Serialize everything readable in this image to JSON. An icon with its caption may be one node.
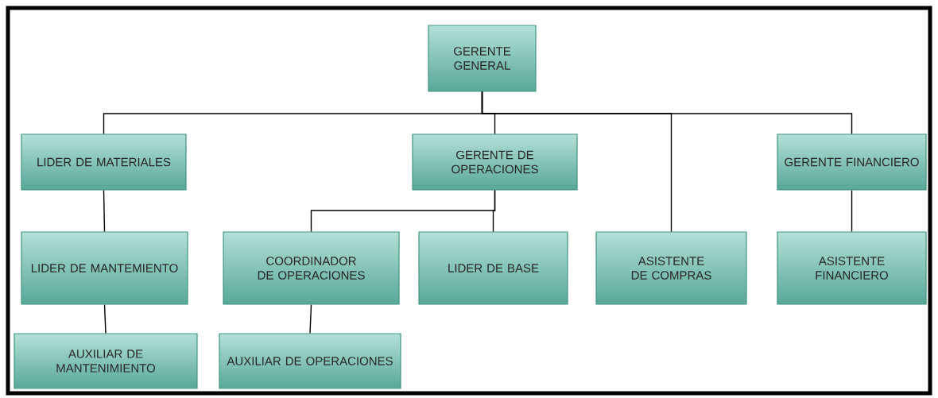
{
  "diagram": {
    "nodes": [
      {
        "text": [
          "GERENTE GENERAL"
        ]
      },
      {
        "text": [
          "LIDER DE MATERIALES"
        ]
      },
      {
        "text": [
          "GERENTE DE OPERACIONES"
        ]
      },
      {
        "text": [
          "GERENTE FINANCIERO"
        ]
      },
      {
        "text": [
          "LIDER DE MANTEMIENTO"
        ]
      },
      {
        "text": [
          "COORDINADOR DE OPERACIONES"
        ]
      },
      {
        "text": [
          "LIDER DE BASE"
        ]
      },
      {
        "text": [
          "ASISTENTE DE COMPRAS"
        ]
      },
      {
        "text": [
          "ASISTENTE FINANCIERO"
        ]
      },
      {
        "text": [
          "AUXILIAR DE MANTENIMIENTO"
        ]
      },
      {
        "text": [
          "AUXILIAR DE OPERACIONES"
        ]
      }
    ],
    "edges": [
      {
        "from": 0,
        "to": 1,
        "arrow": "none"
      },
      {
        "from": 0,
        "to": 2,
        "arrow": "none"
      },
      {
        "from": 0,
        "to": 7,
        "arrow": "none"
      },
      {
        "from": 0,
        "to": 3,
        "arrow": "none"
      },
      {
        "from": 1,
        "to": 4,
        "arrow": "none"
      },
      {
        "from": 4,
        "to": 9,
        "arrow": "none"
      },
      {
        "from": 2,
        "to": 5,
        "arrow": "none"
      },
      {
        "from": 2,
        "to": 6,
        "arrow": "none"
      },
      {
        "from": 5,
        "to": 10,
        "arrow": "none"
      },
      {
        "from": 3,
        "to": 8,
        "arrow": "none"
      }
    ]
  }
}
